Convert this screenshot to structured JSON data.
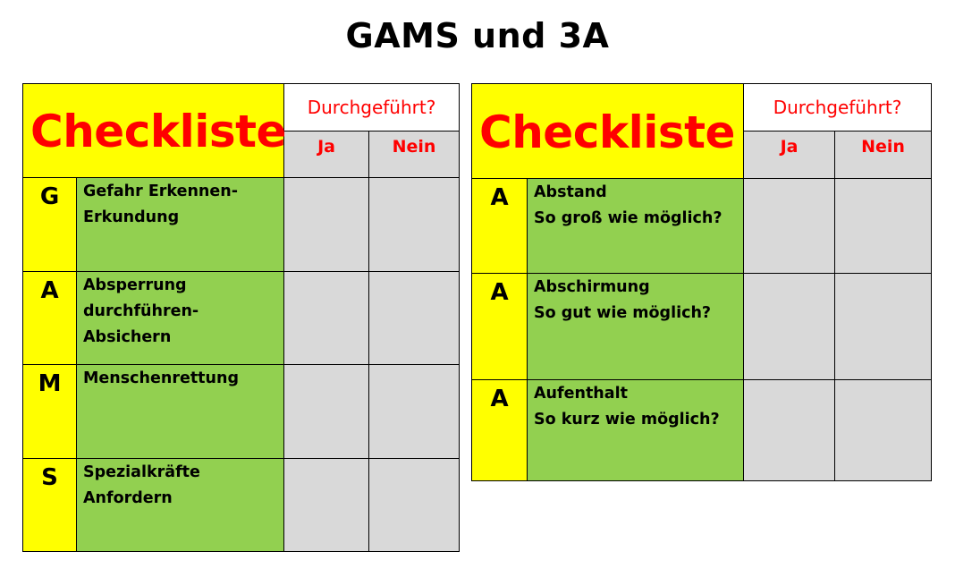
{
  "title": "GAMS und 3A",
  "gams_table": {
    "header": "Checkliste",
    "done_label": "Durchgeführt?",
    "yes_label": "Ja",
    "no_label": "Nein",
    "rows": [
      {
        "letter": "G",
        "text": "Gefahr Erkennen-\nErkundung"
      },
      {
        "letter": "A",
        "text": "Absperrung\ndurchführen-\nAbsichern"
      },
      {
        "letter": "M",
        "text": "Menschenrettung"
      },
      {
        "letter": "S",
        "text": "Spezialkräfte\nAnfordern"
      }
    ]
  },
  "aaa_table": {
    "header": "Checkliste",
    "done_label": "Durchgeführt?",
    "yes_label": "Ja",
    "no_label": "Nein",
    "rows": [
      {
        "letter": "A",
        "text": "Abstand\nSo groß wie möglich?"
      },
      {
        "letter": "A",
        "text": "Abschirmung\nSo gut wie möglich?"
      },
      {
        "letter": "A",
        "text": "Aufenthalt\nSo kurz wie möglich?"
      }
    ]
  },
  "colors": {
    "header_yellow": "#ffff00",
    "header_red": "#ff0000",
    "row_green": "#92d050",
    "check_grey": "#d9d9d9"
  }
}
